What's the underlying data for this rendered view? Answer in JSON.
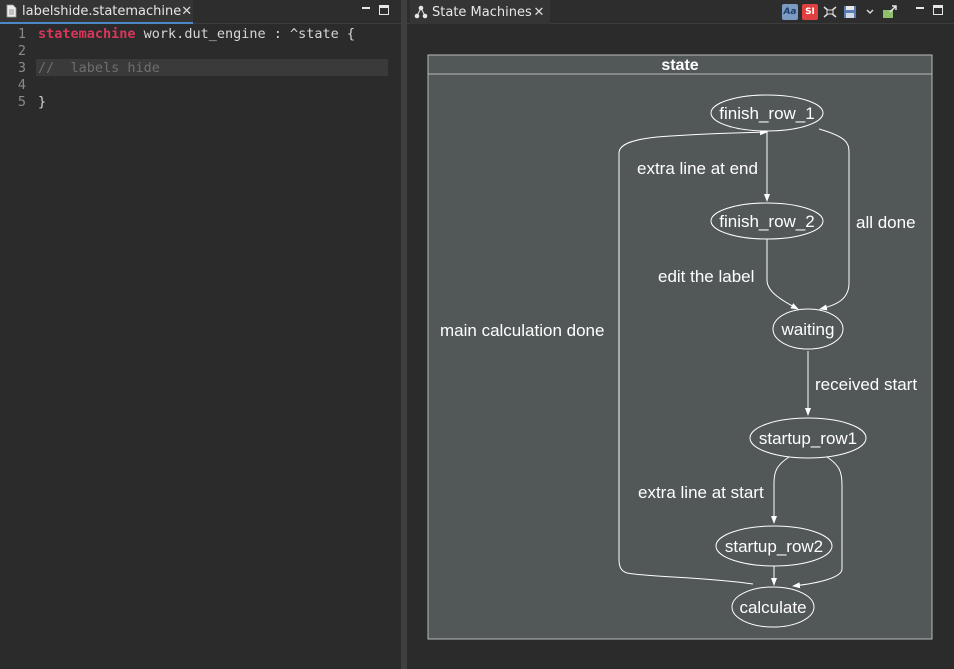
{
  "editor": {
    "tab_title": "labelshide.statemachine",
    "lines": [
      {
        "num": "1",
        "keyword": "statemachine",
        "rest": " work.dut_engine : ^state {"
      },
      {
        "num": "2",
        "text": ""
      },
      {
        "num": "3",
        "comment": "//  labels hide"
      },
      {
        "num": "4",
        "text": ""
      },
      {
        "num": "5",
        "text": "}"
      }
    ]
  },
  "viewer": {
    "tab_title": "State Machines",
    "toolbar_icons": [
      "text-style-icon",
      "si-icon",
      "link-icon",
      "save-icon",
      "dropdown-icon",
      "export-icon"
    ]
  },
  "diagram": {
    "title": "state",
    "states": {
      "finish_row_1": "finish_row_1",
      "finish_row_2": "finish_row_2",
      "waiting": "waiting",
      "startup_row1": "startup_row1",
      "startup_row2": "startup_row2",
      "calculate": "calculate"
    },
    "transitions": {
      "extra_line_at_end": "extra line at end",
      "all_done": "all done",
      "edit_the_label": "edit the label",
      "main_calculation_done": "main calculation done",
      "received_start": "received start",
      "extra_line_at_start": "extra line at start"
    },
    "colors": {
      "panel_bg": "#525757",
      "line": "#ffffff",
      "border": "#b9bbbb"
    }
  }
}
